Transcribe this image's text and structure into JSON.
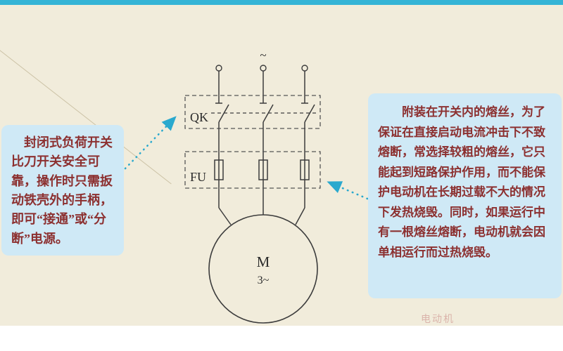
{
  "page": {
    "background_color": "#f1ecdb",
    "top_strip_color": "#35b4d6",
    "watermark": "电动机"
  },
  "diagram": {
    "supply_symbol": "~",
    "switch_label": "QK",
    "fuse_label": "FU",
    "motor_label": "M",
    "motor_phase_label": "3~",
    "line_color": "#3c3c3c",
    "arrow_color": "#2aa9ce"
  },
  "callouts": {
    "left": {
      "text": "封闭式负荷开关比刀开关安全可靠，操作时只需扳动铁壳外的手柄，即可“接通”或“分断”电源。",
      "background": "#cfe9f6",
      "text_color": "#8c3030"
    },
    "right": {
      "text": "附装在开关内的熔丝，为了保证在直接启动电流冲击下不致熔断，常选择较粗的熔丝，它只能起到短路保护作用，而不能保护电动机在长期过载不大的情况下发热烧毁。同时，如果运行中有一根熔丝熔断，电动机就会因单相运行而过热烧毁。",
      "background": "#cfe9f6",
      "text_color": "#8c3030"
    }
  }
}
